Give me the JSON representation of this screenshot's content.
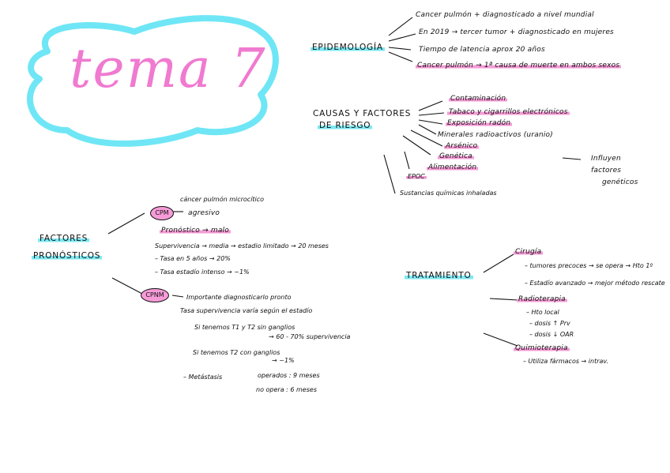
{
  "title": "tema 7",
  "colors": {
    "title_pink": "#f07ad0",
    "cloud_cyan": "#6fe6f5",
    "highlight_pink": "#f59bd6",
    "highlight_cyan": "#7fe8f2"
  },
  "epidemiology": {
    "heading": "EPIDEMOLOGÍA",
    "items": [
      "Cancer pulmón + diagnosticado a nivel mundial",
      "En 2019 → tercer tumor + diagnosticado en mujeres",
      "Tiempo de latencia aprox 20 años",
      "Cancer pulmón → 1ª causa de muerte en ambos sexos"
    ]
  },
  "causes": {
    "heading_line1": "CAUSAS Y FACTORES",
    "heading_line2": "DE RIESGO",
    "items": [
      "Contaminación",
      "Tabaco y cigarrillos electrónicos",
      "Exposición radón",
      "Minerales radioactivos (uranio)",
      "Arsénico",
      "Genética",
      "Alimentación",
      "EPOC",
      "Sustancias químicas inhaladas"
    ],
    "genetic_note": [
      "Influyen",
      "factores",
      "genéticos"
    ]
  },
  "prognosis": {
    "heading_line1": "FACTORES",
    "heading_line2": "PRONÓSTICOS",
    "cpm": {
      "label": "CPM",
      "items": [
        "cáncer pulmón microcítico",
        "agresivo",
        "Pronóstico → malo"
      ],
      "details": [
        "Supervivencia → media → estadio limitado → 20 meses",
        "– Tasa en 5 años → 20%",
        "– Tasa estadío intenso → ~1%"
      ]
    },
    "cpnm": {
      "label": "CPNM",
      "items": [
        "Importante diagnosticarlo pronto",
        "Tasa supervivencia varía según el estadío"
      ],
      "sub": [
        "Si tenemos T1 y T2 sin ganglios",
        "→ 60 - 70% supervivencia",
        "Si tenemos T2 con ganglios",
        "→ ~1%",
        "– Metástasis",
        "operados : 9 meses",
        "no opera : 6 meses"
      ]
    }
  },
  "treatment": {
    "heading": "TRATAMIENTO",
    "surgery": {
      "label": "Cirugía",
      "items": [
        "– tumores precoces → se opera → Hto 1º",
        "– Estadío avanzado → mejor método rescate"
      ]
    },
    "radiotherapy": {
      "label": "Radioterapia",
      "items": [
        "– Hto local",
        "– dosis ↑ Prv",
        "– dosis ↓ OAR"
      ]
    },
    "chemotherapy": {
      "label": "Quimioterapia",
      "items": [
        "– Utiliza fármacos → intrav."
      ]
    }
  }
}
